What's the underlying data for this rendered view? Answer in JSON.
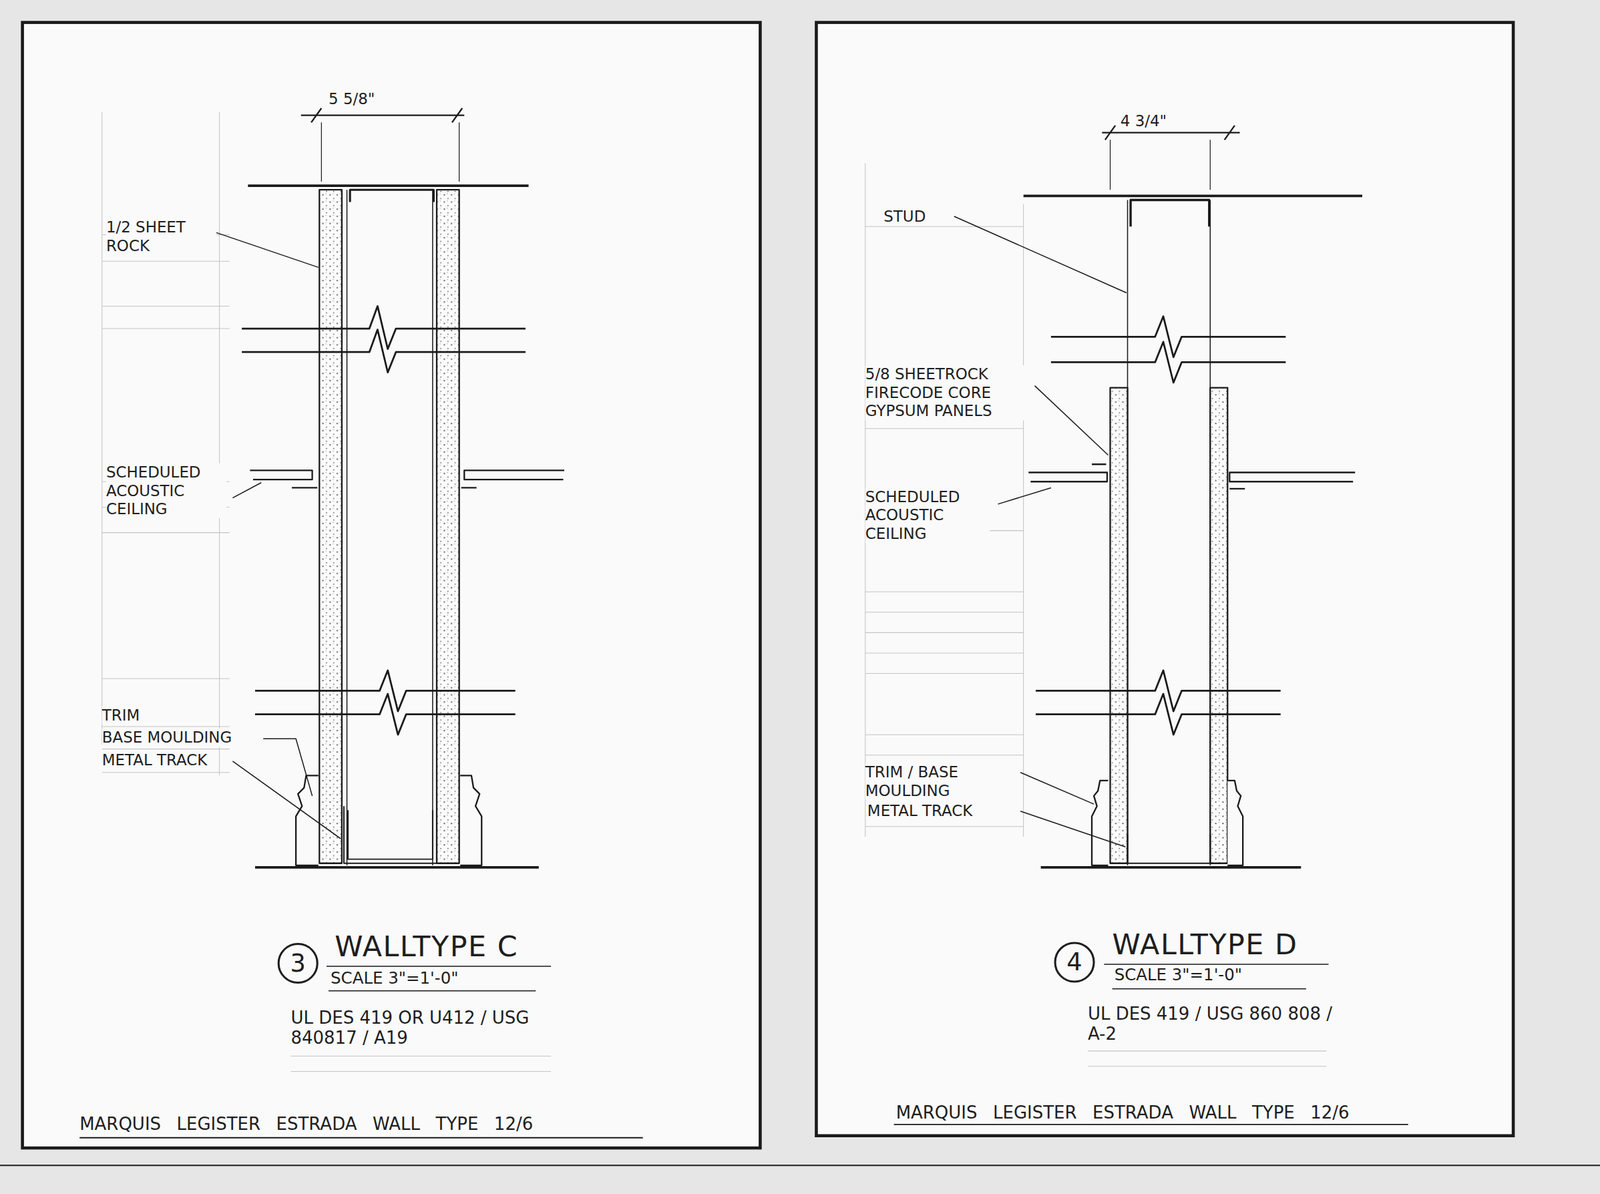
{
  "diagram": {
    "nodes": [
      {
        "text": [
          "3"
        ]
      },
      {
        "text": [
          "4"
        ]
      }
    ],
    "labels": [
      "5 5/8\"",
      "1/2 SHEET ROCK",
      "SCHEDULED ACOUSTIC CEILING",
      "TRIM",
      "BASE MOULDING",
      "METAL TRACK",
      "WALLTYPE C",
      "SCALE 3\"=1'-0\"",
      "UL DES 419 OR U412 / USG 840817 / A19",
      "MARQUIS LEGISTER ESTRADA WALL TYPE 12/6",
      "4 3/4\"",
      "STUD",
      "5/8 SHEETROCK FIRECODE CORE GYPSUM PANELS",
      "SCHEDULED ACOUSTIC CEILING",
      "TRIM / BASE MOULDING",
      "METAL TRACK",
      "WALLTYPE D",
      "SCALE 3\"=1'-0\"",
      "UL DES 419 / USG 860 808 / A-2",
      "MARQUIS LEGISTER ESTRADA WALL TYPE 12/6"
    ]
  }
}
